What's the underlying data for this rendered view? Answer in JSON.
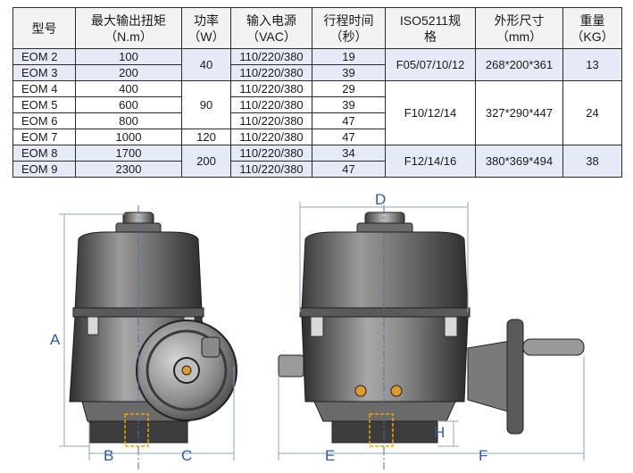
{
  "table": {
    "headers": [
      {
        "title": "型号",
        "unit": ""
      },
      {
        "title": "最大输出扭矩",
        "unit": "（N.m）"
      },
      {
        "title": "功率",
        "unit": "（W）"
      },
      {
        "title": "输入电源",
        "unit": "（VAC）"
      },
      {
        "title": "行程时间",
        "unit": "（秒）"
      },
      {
        "title": "ISO5211规",
        "unit": "格"
      },
      {
        "title": "外形尺寸",
        "unit": "（mm）"
      },
      {
        "title": "重量",
        "unit": "（KG）"
      }
    ],
    "rows": [
      {
        "model": "EOM 2",
        "torque": "100",
        "voltage": "110/220/380",
        "time": "19"
      },
      {
        "model": "EOM 3",
        "torque": "200",
        "voltage": "110/220/380",
        "time": "39"
      },
      {
        "model": "EOM 4",
        "torque": "400",
        "voltage": "110/220/380",
        "time": "29"
      },
      {
        "model": "EOM 5",
        "torque": "600",
        "voltage": "110/220/380",
        "time": "39"
      },
      {
        "model": "EOM 6",
        "torque": "800",
        "voltage": "110/220/380",
        "time": "47"
      },
      {
        "model": "EOM 7",
        "torque": "1000",
        "voltage": "110/220/380",
        "time": "47"
      },
      {
        "model": "EOM 8",
        "torque": "1700",
        "voltage": "110/220/380",
        "time": "34"
      },
      {
        "model": "EOM 9",
        "torque": "2300",
        "voltage": "110/220/380",
        "time": "47"
      }
    ],
    "power_groups": [
      "40",
      "90",
      "120",
      "200"
    ],
    "iso_groups": [
      "F05/07/10/12",
      "F10/12/14",
      "F12/14/16"
    ],
    "size_groups": [
      "268*200*361",
      "327*290*447",
      "380*369*494"
    ],
    "weight_groups": [
      "13",
      "24",
      "38"
    ]
  },
  "dimensions": {
    "a": "A",
    "b": "B",
    "c": "C",
    "d": "D",
    "e": "E",
    "f": "F",
    "h": "H"
  }
}
